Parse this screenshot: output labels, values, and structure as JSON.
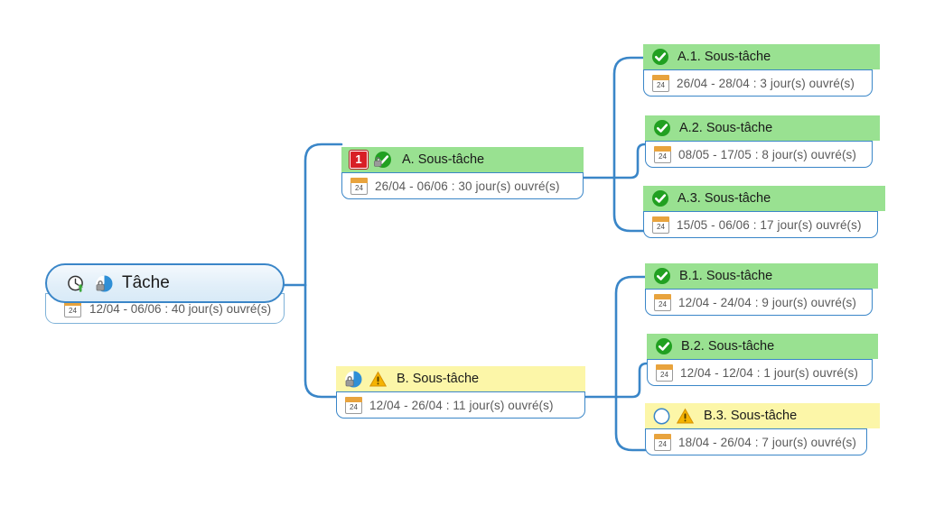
{
  "diagram": {
    "type": "mind-map-gantt-tree",
    "language": "fr",
    "colors": {
      "line": "#3a86c8",
      "band_done": "#99e191",
      "band_warning": "#fcf6a8",
      "root_fill": "#e2eff9",
      "priority_red": "#d81f26",
      "check_green": "#21a021",
      "warning_yellow": "#f5b301",
      "calendar_orange": "#e8a33d",
      "detail_text": "#5a5a5a"
    },
    "ghost_text": ""
  },
  "root": {
    "label": "Tâche",
    "dates": "12/04 - 06/06 : 40 jour(s) ouvré(s)",
    "start": "12/04",
    "end": "06/06",
    "duration": "40 jour(s) ouvré(s)",
    "icons": [
      "clock-arrow-icon",
      "pie-chart-lock-icon"
    ],
    "calendar_day": "24"
  },
  "branches": [
    {
      "id": "A",
      "label": "A. Sous-tâche",
      "dates": "26/04 - 06/06 : 30 jour(s) ouvré(s)",
      "start": "26/04",
      "end": "06/06",
      "duration": "30 jour(s) ouvré(s)",
      "status": "done",
      "band": "green",
      "priority": "1",
      "icons": [
        "priority-1-icon",
        "check-lock-icon"
      ],
      "calendar_day": "24",
      "children": [
        {
          "id": "A.1",
          "label": "A.1. Sous-tâche",
          "dates": "26/04 - 28/04 : 3 jour(s) ouvré(s)",
          "start": "26/04",
          "end": "28/04",
          "duration": "3 jour(s) ouvré(s)",
          "status": "done",
          "band": "green",
          "icons": [
            "check-icon"
          ],
          "calendar_day": "24"
        },
        {
          "id": "A.2",
          "label": "A.2. Sous-tâche",
          "dates": "08/05 - 17/05 : 8 jour(s) ouvré(s)",
          "start": "08/05",
          "end": "17/05",
          "duration": "8 jour(s) ouvré(s)",
          "status": "done",
          "band": "green",
          "icons": [
            "check-icon"
          ],
          "calendar_day": "24"
        },
        {
          "id": "A.3",
          "label": "A.3. Sous-tâche",
          "dates": "15/05 - 06/06 : 17 jour(s) ouvré(s)",
          "start": "15/05",
          "end": "06/06",
          "duration": "17 jour(s) ouvré(s)",
          "status": "done",
          "band": "green",
          "icons": [
            "check-icon"
          ],
          "calendar_day": "24"
        }
      ]
    },
    {
      "id": "B",
      "label": "B. Sous-tâche",
      "dates": "12/04 - 26/04 : 11 jour(s) ouvré(s)",
      "start": "12/04",
      "end": "26/04",
      "duration": "11 jour(s) ouvré(s)",
      "status": "warning",
      "band": "yellow",
      "icons": [
        "pie-chart-lock-icon",
        "warning-icon"
      ],
      "calendar_day": "24",
      "children": [
        {
          "id": "B.1",
          "label": "B.1. Sous-tâche",
          "dates": "12/04 - 24/04 : 9 jour(s) ouvré(s)",
          "start": "12/04",
          "end": "24/04",
          "duration": "9 jour(s) ouvré(s)",
          "status": "done",
          "band": "green",
          "icons": [
            "check-icon"
          ],
          "calendar_day": "24"
        },
        {
          "id": "B.2",
          "label": "B.2. Sous-tâche",
          "dates": "12/04 - 12/04 : 1 jour(s) ouvré(s)",
          "start": "12/04",
          "end": "12/04",
          "duration": "1 jour(s) ouvré(s)",
          "status": "done",
          "band": "green",
          "icons": [
            "check-icon"
          ],
          "calendar_day": "24"
        },
        {
          "id": "B.3",
          "label": "B.3. Sous-tâche",
          "dates": "18/04 - 26/04 : 7 jour(s) ouvré(s)",
          "start": "18/04",
          "end": "26/04",
          "duration": "7 jour(s) ouvré(s)",
          "status": "not-started",
          "band": "yellow",
          "icons": [
            "empty-circle-icon",
            "warning-icon"
          ],
          "calendar_day": "24"
        }
      ]
    }
  ]
}
